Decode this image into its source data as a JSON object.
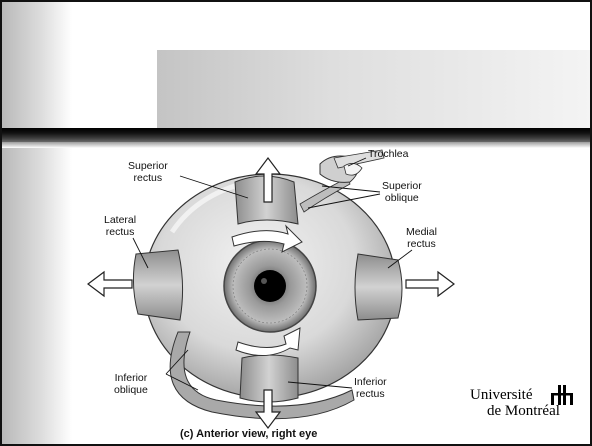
{
  "labels": {
    "superior_rectus": "Superior\nrectus",
    "trochlea": "Trochlea",
    "superior_oblique": "Superior\noblique",
    "lateral_rectus": "Lateral\nrectus",
    "medial_rectus": "Medial\nrectus",
    "inferior_oblique": "Inferior\noblique",
    "inferior_rectus": "Inferior\nrectus"
  },
  "caption": "(c) Anterior view, right eye",
  "logo": {
    "line1": "Université",
    "line2": "de Montréal"
  },
  "colors": {
    "muscle": "#b8b8b8",
    "sclera": "#d6d6d6",
    "iris": "#8a8a8a",
    "pupil": "#000000"
  }
}
